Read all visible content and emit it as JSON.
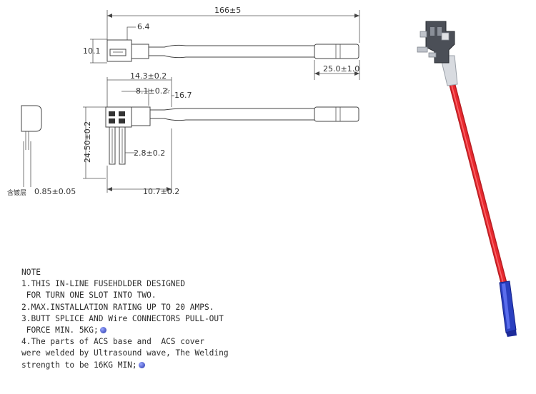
{
  "dimensions": {
    "overall_length": "166±5",
    "height_top": "10.1",
    "small_width": "6.4",
    "tube_length": "25.0±1.0",
    "body_width": "14.3±0.2",
    "offset": "8.1±0.2",
    "star_mark": "☆",
    "offset_b": "16.7",
    "height_side": "24.50±0.2",
    "blade_width": "2.8±0.2",
    "blade_span": "10.7±0.2",
    "plating": "含镀层",
    "thickness": "0.85±0.05"
  },
  "notes": {
    "title": "NOTE",
    "n1a": "1.THIS IN-LINE FUSEHDLDER DESIGNED",
    "n1b": " FOR TURN ONE SLOT INTO TWO.",
    "n2": "2.MAX.INSTALLATION RATING UP TO 20 AMPS.",
    "n3a": "3.BUTT SPLICE AND Wire CONNECTORS PULL-OUT",
    "n3b": " FORCE MIN. 5KG;",
    "n4a": "4.The parts of ACS base and  ACS cover",
    "n4b": "were welded by Ultrasound wave, The Welding",
    "n4c": "strength to be 16KG MIN;"
  },
  "colors": {
    "wire": "#e8292f",
    "connector": "#2a3fbf",
    "mark_dot": "#2433a8"
  }
}
